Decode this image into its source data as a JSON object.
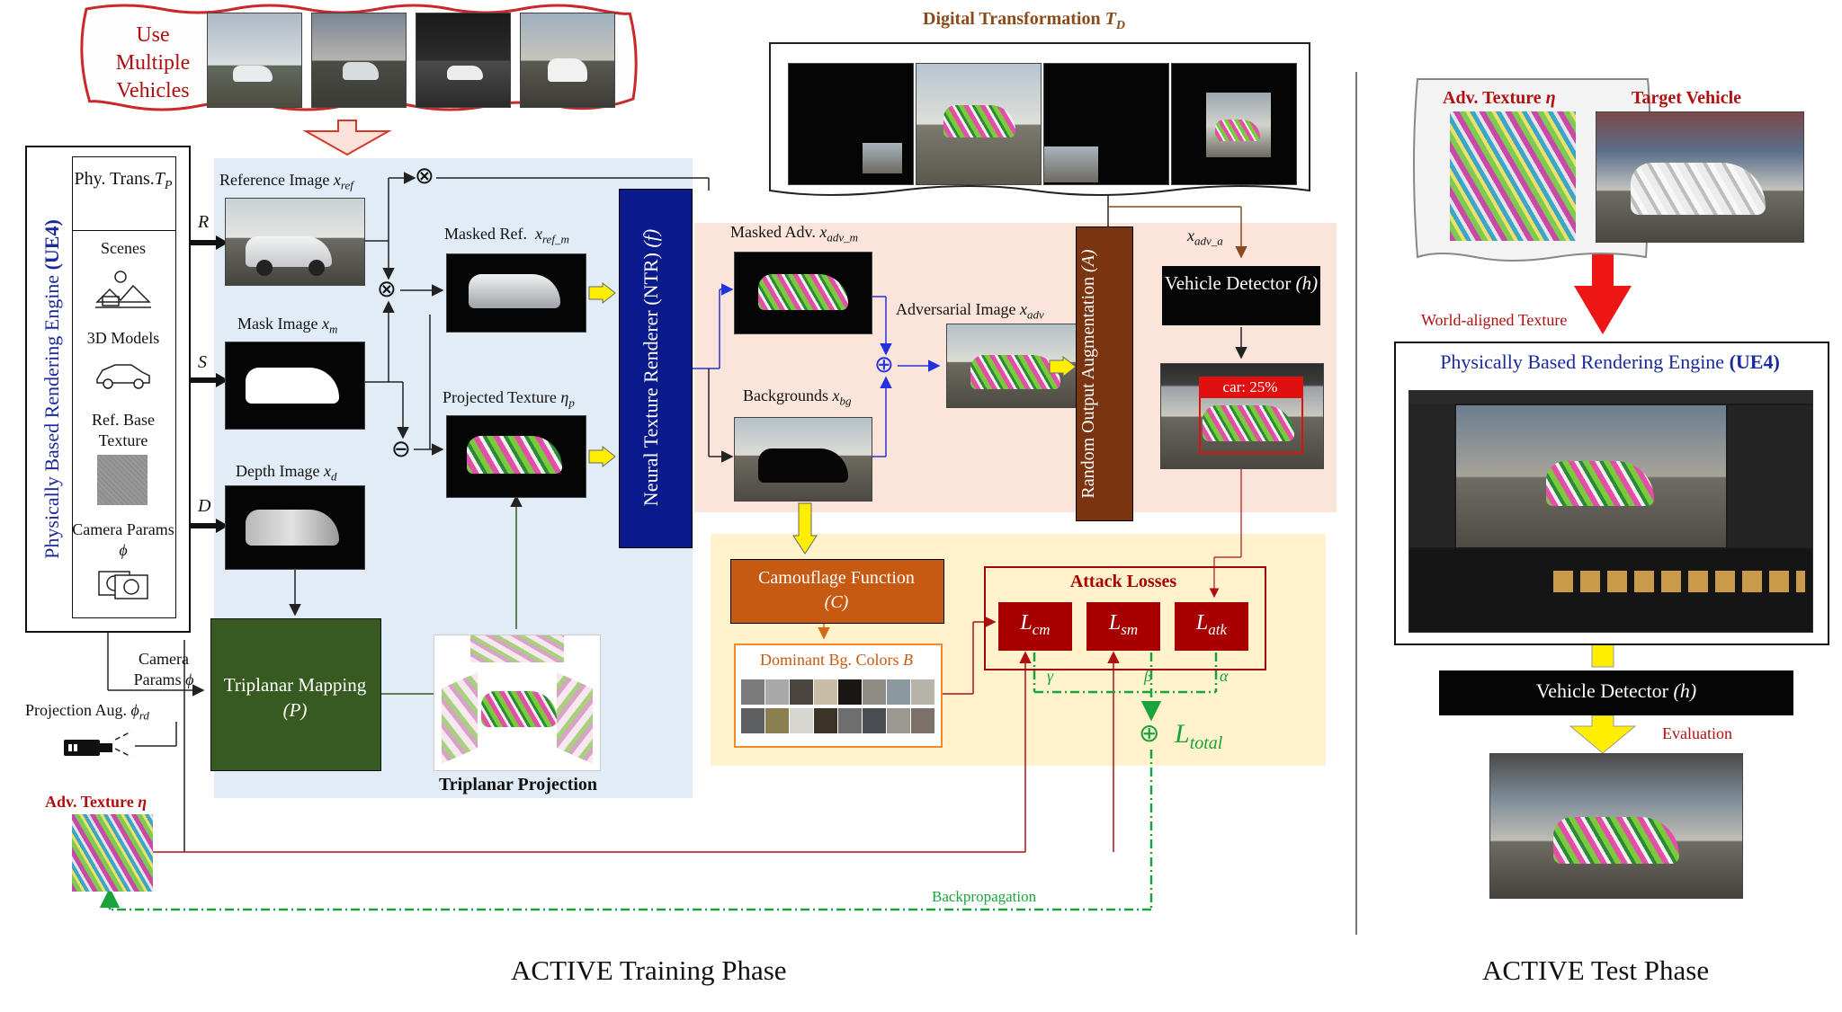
{
  "top_vehicles": {
    "title": "Use Multiple Vehicles"
  },
  "pbr_engine": {
    "vertical_title": "Physically Based Rendering Engine",
    "ue4": "(UE4)",
    "phy_trans": "Phy. Trans.",
    "phy_trans_sym": "T",
    "phy_trans_sub": "P",
    "scenes": "Scenes",
    "models": "3D Models",
    "ref_texture": "Ref. Base Texture",
    "camera": "Camera Params",
    "camera_sym": "ϕ"
  },
  "inputs": {
    "r": "R",
    "s": "S",
    "d": "D",
    "ref_image": "Reference Image",
    "ref_sym": "x",
    "ref_sub": "ref",
    "mask_image": "Mask Image",
    "mask_sym": "x",
    "mask_sub": "m",
    "depth_image": "Depth Image",
    "depth_sym": "x",
    "depth_sub": "d"
  },
  "operators": {
    "multiply": "⊗",
    "plus": "⊕",
    "minus": "⊖"
  },
  "middle": {
    "masked_ref": "Masked Ref.",
    "masked_ref_sym": "x",
    "masked_ref_sub": "ref_m",
    "projected_texture": "Projected Texture",
    "projected_sym": "η",
    "projected_sub": "p",
    "ntr": "Neural Texture Renderer (NTR)",
    "ntr_f": "(f)"
  },
  "triplanar": {
    "mapping": "Triplanar Mapping",
    "mapping_p": "(P)",
    "projection": "Triplanar Projection",
    "camera": "Camera Params",
    "camera_sym": "ϕ",
    "proj_aug": "Projection Aug.",
    "proj_aug_sym": "ϕ",
    "proj_aug_sub": "rd"
  },
  "adv_texture": {
    "label": "Adv. Texture",
    "sym": "η"
  },
  "digital": {
    "title": "Digital Transformation",
    "sym": "T",
    "sub": "D"
  },
  "right_mid": {
    "masked_adv": "Masked Adv.",
    "masked_adv_sym": "x",
    "masked_adv_sub": "adv_m",
    "adv_image": "Adversarial Image",
    "adv_image_sym": "x",
    "adv_image_sub": "adv",
    "backgrounds": "Backgrounds",
    "bg_sym": "x",
    "bg_sub": "bg",
    "roa": "Random Output Augmentation",
    "roa_sym": "(A)",
    "xadv_a_sym": "x",
    "xadv_a_sub": "adv_a",
    "detector": "Vehicle Detector",
    "detector_sym": "(h)",
    "detection": "car: 25%"
  },
  "losses": {
    "camouflage": "Camouflage Function",
    "camouflage_sym": "(C)",
    "dominant": "Dominant Bg. Colors",
    "dominant_sym": "B",
    "attack": "Attack Losses",
    "lcm_sub": "cm",
    "lsm_sub": "sm",
    "latk_sub": "atk",
    "l_sym": "L",
    "gamma": "γ",
    "beta": "β",
    "alpha": "α",
    "total_sub": "total",
    "backprop": "Backpropagation",
    "swatches": [
      "#7a7a7a",
      "#a9a9a9",
      "#4b4640",
      "#c9bda6",
      "#1a1714",
      "#8f8c86",
      "#8b98a0",
      "#b8b3a8",
      "#5c5e5f",
      "#8a7e4e",
      "#d7d5d0",
      "#3b3228",
      "#6e6e6e",
      "#4a4e53",
      "#9b9791",
      "#7c7068"
    ]
  },
  "phase": {
    "training": "ACTIVE Training Phase",
    "test": "ACTIVE Test Phase"
  },
  "test": {
    "adv_texture": "Adv. Texture",
    "adv_sym": "η",
    "target": "Target Vehicle",
    "world_aligned": "World-aligned Texture",
    "engine": "Physically Based Rendering Engine",
    "engine_ue4": "(UE4)",
    "detector": "Vehicle Detector",
    "detector_sym": "(h)",
    "evaluation": "Evaluation"
  },
  "colors": {
    "ntr_blue": "#0a1a8c",
    "roa_brown": "#7a3510",
    "triplanar_green": "#365a20",
    "camo_orange": "#c65a12",
    "loss_red": "#a80000",
    "engine_blue": "#1a2a9a",
    "arrow_yellow": "#ffee00",
    "total_green": "#1aa33a"
  }
}
